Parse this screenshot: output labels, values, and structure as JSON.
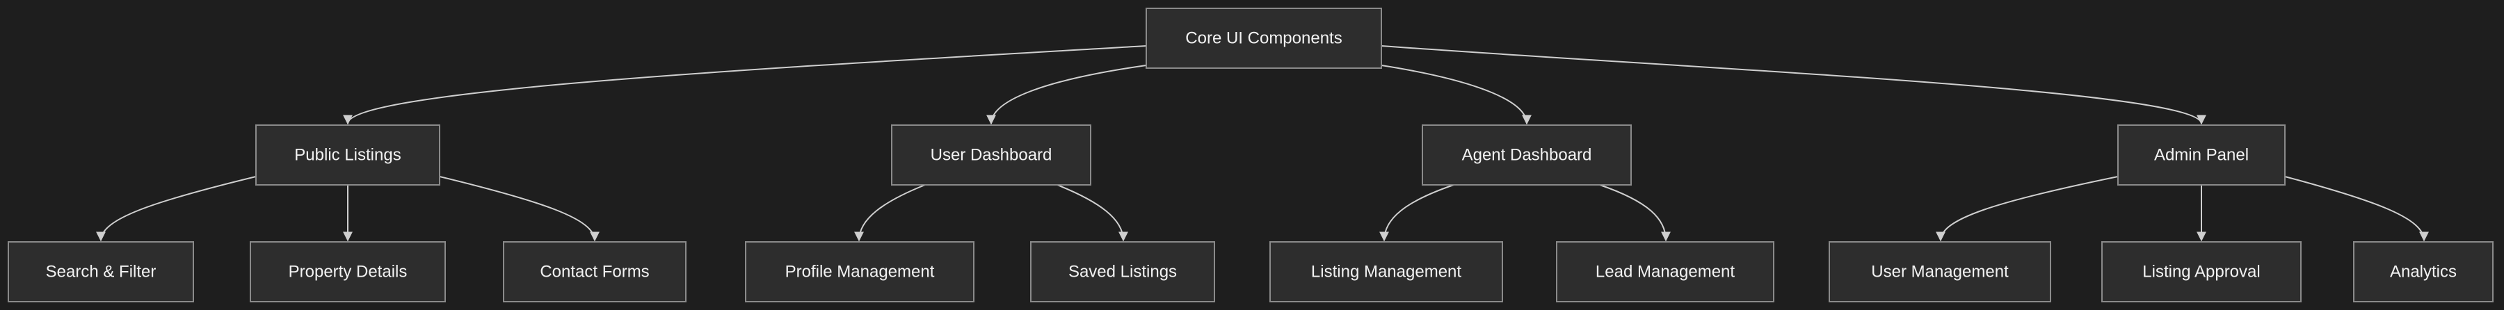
{
  "diagram": {
    "type": "tree",
    "nodes": {
      "root": "Core UI Components",
      "public_listings": "Public Listings",
      "user_dashboard": "User Dashboard",
      "agent_dashboard": "Agent Dashboard",
      "admin_panel": "Admin Panel",
      "search_filter": "Search & Filter",
      "property_details": "Property Details",
      "contact_forms": "Contact Forms",
      "profile_management": "Profile Management",
      "saved_listings": "Saved Listings",
      "listing_management": "Listing Management",
      "lead_management": "Lead Management",
      "user_management": "User Management",
      "listing_approval": "Listing Approval",
      "analytics": "Analytics"
    },
    "edges": [
      [
        "root",
        "public_listings"
      ],
      [
        "root",
        "user_dashboard"
      ],
      [
        "root",
        "agent_dashboard"
      ],
      [
        "root",
        "admin_panel"
      ],
      [
        "public_listings",
        "search_filter"
      ],
      [
        "public_listings",
        "property_details"
      ],
      [
        "public_listings",
        "contact_forms"
      ],
      [
        "user_dashboard",
        "profile_management"
      ],
      [
        "user_dashboard",
        "saved_listings"
      ],
      [
        "agent_dashboard",
        "listing_management"
      ],
      [
        "agent_dashboard",
        "lead_management"
      ],
      [
        "admin_panel",
        "user_management"
      ],
      [
        "admin_panel",
        "listing_approval"
      ],
      [
        "admin_panel",
        "analytics"
      ]
    ],
    "colors": {
      "background": "#1e1e1e",
      "node_fill": "#2d2d2d",
      "node_stroke": "#8a8a8a",
      "edge": "#cfcfcf",
      "text": "#f2f2f2"
    }
  }
}
